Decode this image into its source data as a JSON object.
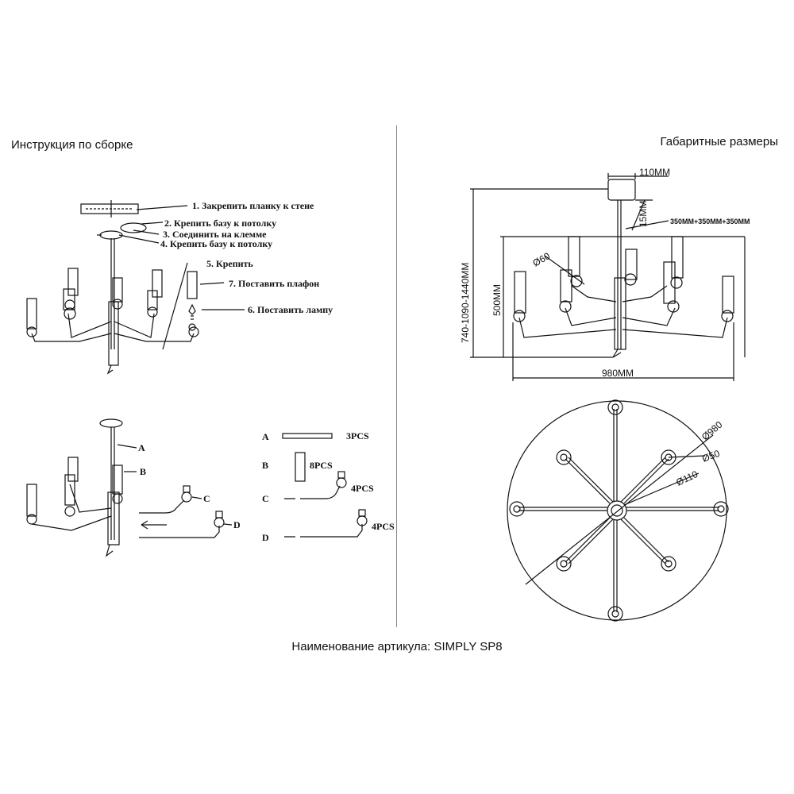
{
  "left_title": "Инструкция по сборке",
  "right_title": "Габаритные размеры",
  "footer": "Наименование артикула: SIMPLY SP8",
  "steps": [
    "1. Закрепить планку к стене",
    "2. Крепить базу к потолку",
    "3. Соединить на клемме",
    "4. Крепить базу к потолку",
    "5. Крепить",
    "7. Поставить плафон",
    "6. Поставить лампу"
  ],
  "assembly_labels": {
    "a": "A",
    "b": "B",
    "c": "C",
    "d": "D"
  },
  "parts": [
    {
      "letter": "A",
      "qty": "3PCS"
    },
    {
      "letter": "B",
      "qty": "8PCS"
    },
    {
      "letter": "C",
      "qty": "4PCS"
    },
    {
      "letter": "D",
      "qty": "4PCS"
    }
  ],
  "dimensions": {
    "canopy": "110MM",
    "rod": "350MM+350MM+350MM",
    "gap": "15MM",
    "total_height": "740-1090-1440MM",
    "body_height": "500MM",
    "width": "980MM",
    "shade": "Ø60",
    "circle_total": "Ø980",
    "circle_cup": "Ø50",
    "circle_hub": "Ø110"
  }
}
